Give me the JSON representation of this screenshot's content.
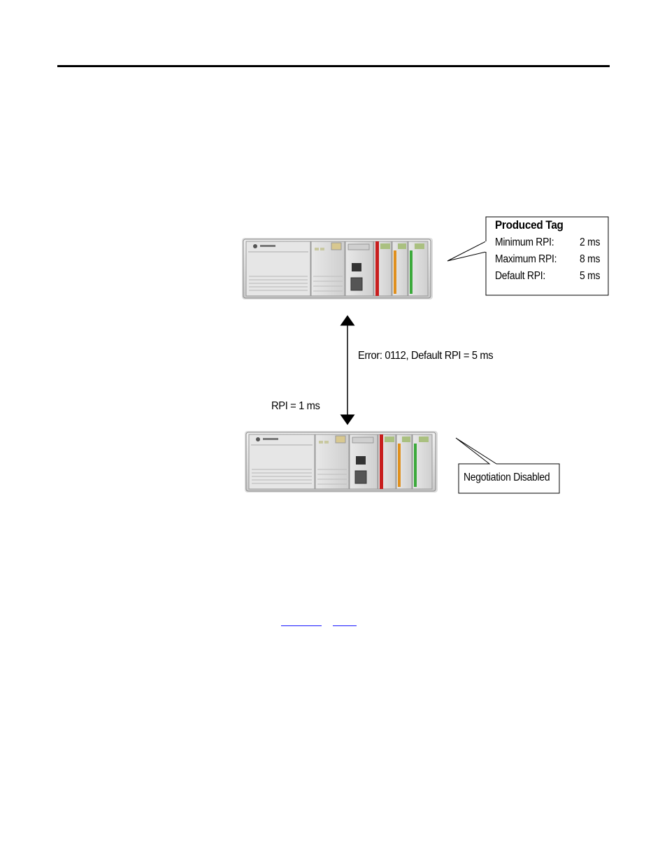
{
  "produced_tag": {
    "title": "Produced Tag",
    "rows": [
      {
        "label": "Minimum RPI:",
        "value": "2 ms"
      },
      {
        "label": "Maximum RPI:",
        "value": "8 ms"
      },
      {
        "label": "Default RPI:",
        "value": "5 ms"
      }
    ]
  },
  "connection": {
    "error_label": "Error: 0112, Default RPI = 5 ms",
    "rpi_label": "RPI = 1 ms"
  },
  "consumer": {
    "negotiation_label": "Negotiation Disabled"
  },
  "colors": {
    "module_red": "#c81e1e",
    "module_orange": "#e0901e",
    "module_green": "#3caa3c",
    "chassis_gray": "#d8d8d8",
    "link_blue": "#1a1aff"
  }
}
